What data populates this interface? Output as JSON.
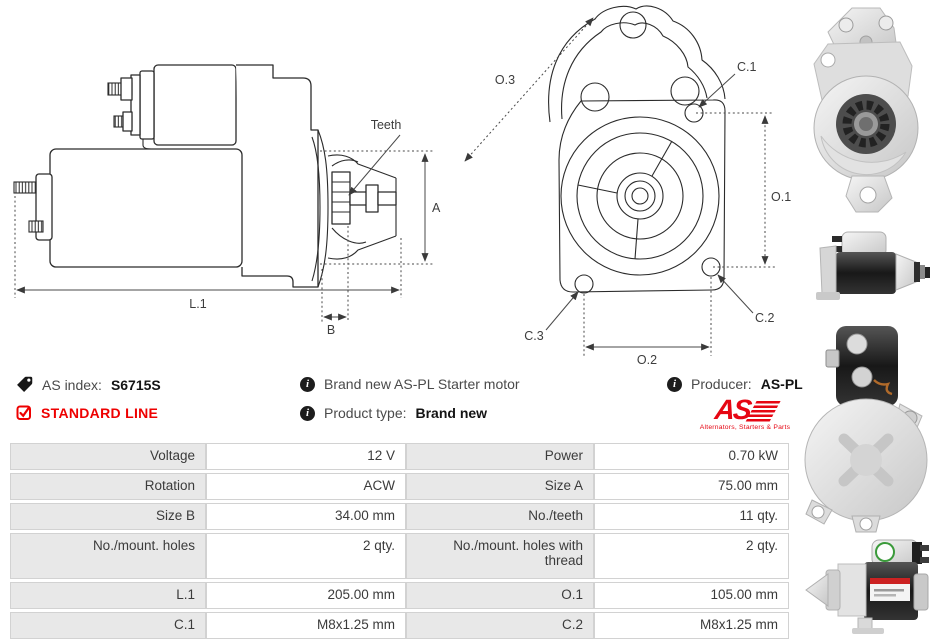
{
  "drawing_side": {
    "teeth_label": "Teeth",
    "dim_a": "A",
    "dim_l1": "L.1",
    "dim_b": "B"
  },
  "drawing_front": {
    "dim_o3": "O.3",
    "dim_c1": "C.1",
    "dim_o1": "O.1",
    "dim_c2": "C.2",
    "dim_c3": "C.3",
    "dim_o2": "O.2"
  },
  "info": {
    "as_index_label": "AS index:",
    "as_index_value": "S6715S",
    "standard_line": "STANDARD LINE",
    "description": "Brand new AS-PL Starter motor",
    "product_type_label": "Product type:",
    "product_type_value": "Brand new",
    "producer_label": "Producer:",
    "producer_value": "AS-PL"
  },
  "icons": {
    "info_glyph": "i"
  },
  "logo": {
    "text": "AS",
    "tagline": "Alternators, Starters & Parts"
  },
  "colors": {
    "accent_red": "#ee0000",
    "logo_red": "#e60613",
    "table_label_bg": "#e8e8e8",
    "table_border": "#d2d2d2",
    "drawing_line": "#2b2b2b"
  },
  "spec_table": {
    "rows": [
      {
        "l1": "Voltage",
        "v1": "12 V",
        "l2": "Power",
        "v2": "0.70 kW"
      },
      {
        "l1": "Rotation",
        "v1": "ACW",
        "l2": "Size A",
        "v2": "75.00 mm"
      },
      {
        "l1": "Size B",
        "v1": "34.00 mm",
        "l2": "No./teeth",
        "v2": "11 qty."
      },
      {
        "l1": "No./mount. holes",
        "v1": "2 qty.",
        "l2": "No./mount. holes with thread",
        "v2": "2 qty."
      },
      {
        "l1": "L.1",
        "v1": "205.00 mm",
        "l2": "O.1",
        "v2": "105.00 mm"
      },
      {
        "l1": "C.1",
        "v1": "M8x1.25 mm",
        "l2": "C.2",
        "v2": "M8x1.25 mm"
      }
    ]
  }
}
